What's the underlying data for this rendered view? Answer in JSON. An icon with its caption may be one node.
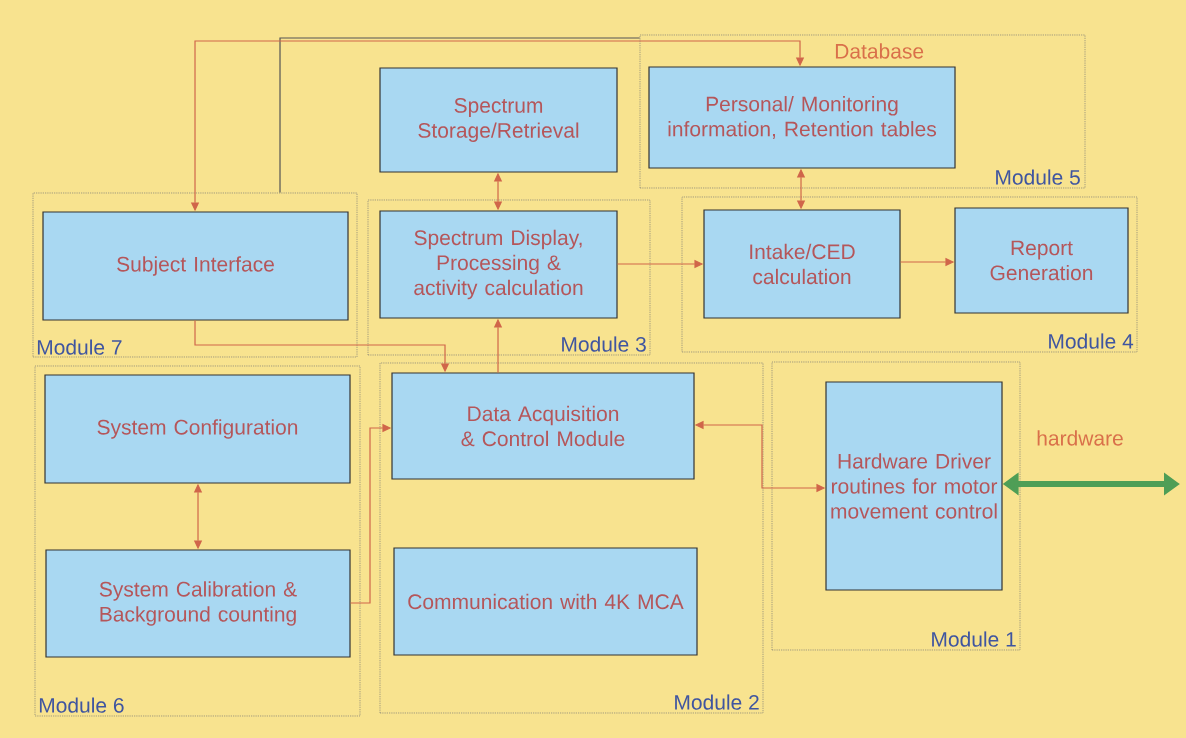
{
  "diagram": {
    "nodes": [
      {
        "text": [
          "Database",
          "Module 5"
        ]
      },
      {
        "text": [
          "Spectrum Storage/Retrieval"
        ]
      },
      {
        "text": [
          "Personal/ Monitoring information, Retention tables"
        ],
        "in": 0
      },
      {
        "text": [
          "Module 7"
        ]
      },
      {
        "text": [
          "Subject Interface"
        ],
        "in": 3
      },
      {
        "text": [
          "Module 3"
        ]
      },
      {
        "text": [
          "Spectrum Display, Processing & activity calculation"
        ],
        "in": 5
      },
      {
        "text": [
          "Module 4"
        ]
      },
      {
        "text": [
          "Intake/CED calculation"
        ],
        "in": 7
      },
      {
        "text": [
          "Report Generation"
        ],
        "in": 7
      },
      {
        "text": [
          "Module 6"
        ]
      },
      {
        "text": [
          "System Configuration"
        ],
        "in": 10
      },
      {
        "text": [
          "System Calibration & Background counting"
        ],
        "in": 10
      },
      {
        "text": [
          "Module 2"
        ]
      },
      {
        "text": [
          "Data Acquisition & Control Module"
        ],
        "in": 13
      },
      {
        "text": [
          "Communication with 4K MCA"
        ],
        "in": 13
      },
      {
        "text": [
          "Module 1"
        ]
      },
      {
        "text": [
          "Hardware Driver routines for motor movement control"
        ],
        "in": 16
      }
    ],
    "edges": [
      {
        "from": 3,
        "to": 0,
        "arrow": "none",
        "color": "#555555"
      },
      {
        "from": 4,
        "to": 2,
        "arrow": "both"
      },
      {
        "from": 1,
        "to": 6,
        "arrow": "both"
      },
      {
        "from": 2,
        "to": 8,
        "arrow": "both"
      },
      {
        "from": 6,
        "to": 8,
        "arrow": "to"
      },
      {
        "from": 8,
        "to": 9,
        "arrow": "to"
      },
      {
        "from": 4,
        "to": 14,
        "arrow": "to"
      },
      {
        "from": 14,
        "to": 6,
        "arrow": "to"
      },
      {
        "from": 11,
        "to": 12,
        "arrow": "both"
      },
      {
        "from": 12,
        "to": 14,
        "arrow": "to"
      },
      {
        "from": 14,
        "to": 17,
        "arrow": "both"
      },
      {
        "from": 17,
        "to": null,
        "arrow": "both",
        "label": "hardware",
        "style": "thick",
        "color": "#4f9e56"
      }
    ]
  }
}
